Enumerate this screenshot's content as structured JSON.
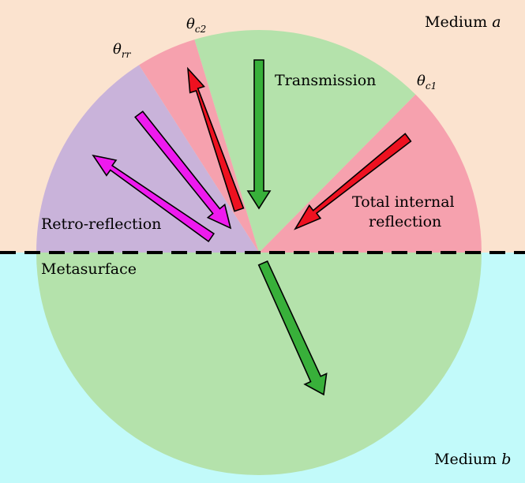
{
  "media": {
    "top_name": "Medium",
    "top_var": "a",
    "bottom_name": "Medium",
    "bottom_var": "b"
  },
  "interface_label": "Metasurface",
  "regions": {
    "transmission": "Transmission",
    "total_internal_reflection_line1": "Total internal",
    "total_internal_reflection_line2": "reflection",
    "retro_reflection": "Retro-reflection"
  },
  "angles": {
    "theta_c1": {
      "symbol": "θ",
      "sub": "c1"
    },
    "theta_c2": {
      "symbol": "θ",
      "sub": "c2"
    },
    "theta_rr": {
      "symbol": "θ",
      "sub": "rr"
    }
  },
  "colors": {
    "medium_a": "#fbe3cf",
    "medium_b": "#c2fafa",
    "transmission_zone": "#b4e2ab",
    "tir_zone": "#f6a1ae",
    "retro_zone": "#c9b3da",
    "green_arrow": "#38b03a",
    "red_arrow": "#ee1120",
    "magenta_arrow": "#ee1aee"
  }
}
